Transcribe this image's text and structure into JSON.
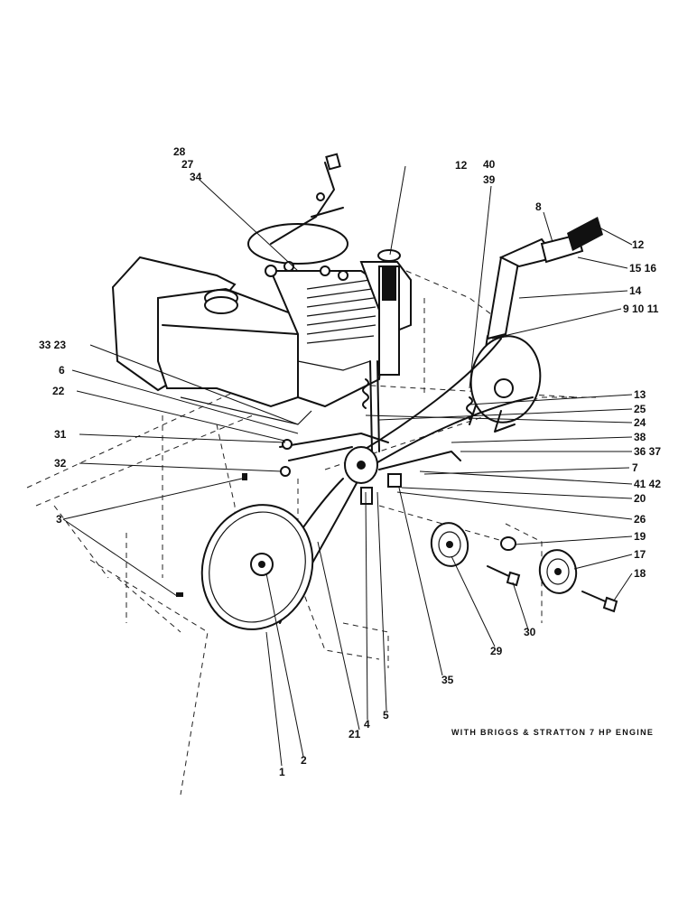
{
  "caption": "WITH BRIGGS & STRATTON 7 HP ENGINE",
  "callouts": {
    "c1": "1",
    "c2": "2",
    "c3": "3",
    "c4": "4",
    "c5": "5",
    "c6": "6",
    "c7": "7",
    "c8": "8",
    "c9_10_11": "9 10 11",
    "c12_top": "12",
    "c12_handle": "12",
    "c13": "13",
    "c14": "14",
    "c15_16": "15 16",
    "c17": "17",
    "c18": "18",
    "c19": "19",
    "c20": "20",
    "c21": "21",
    "c22": "22",
    "c24": "24",
    "c25": "25",
    "c26": "26",
    "c27": "27",
    "c28": "28",
    "c29": "29",
    "c30": "30",
    "c31": "31",
    "c32": "32",
    "c33_23": "33 23",
    "c34": "34",
    "c35": "35",
    "c36_37": "36 37",
    "c38": "38",
    "c39": "39",
    "c40": "40",
    "c41_42": "41 42"
  }
}
